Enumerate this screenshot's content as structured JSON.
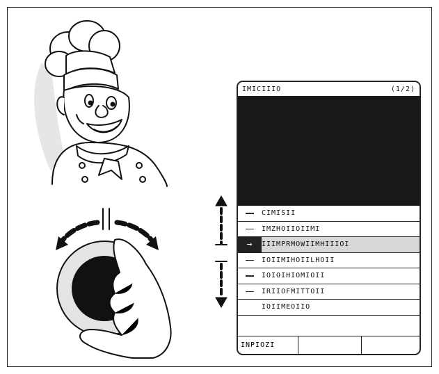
{
  "panel": {
    "title": "IMICIIIO",
    "page_indicator": "(1/2)",
    "menu_items": [
      {
        "label": "CIMISII",
        "lead": "line",
        "selected": false
      },
      {
        "label": "IMZHOIIOIIMI",
        "lead": "line",
        "selected": false
      },
      {
        "label": "IIIMPRMOWIIMHIIIOI",
        "lead": "arrow",
        "selected": true
      },
      {
        "label": "IOIIMIHOIILHOII",
        "lead": "line",
        "selected": false
      },
      {
        "label": "IOIOIHIOMIOII",
        "lead": "line",
        "selected": false
      },
      {
        "label": "IRIIOFMITTOII",
        "lead": "line",
        "selected": false
      },
      {
        "label": "IOIIMEOIIO",
        "lead": "none",
        "selected": false
      }
    ],
    "footer": [
      "INPIOZI",
      "",
      ""
    ]
  },
  "icons": {
    "selection_arrow": "→",
    "knob": "rotary-knob-icon",
    "chef": "chef-illustration",
    "scroll": "scroll-arrows-icon"
  },
  "colors": {
    "screen": "#181818",
    "selected_row": "#d8d8d8",
    "line": "#222222"
  }
}
